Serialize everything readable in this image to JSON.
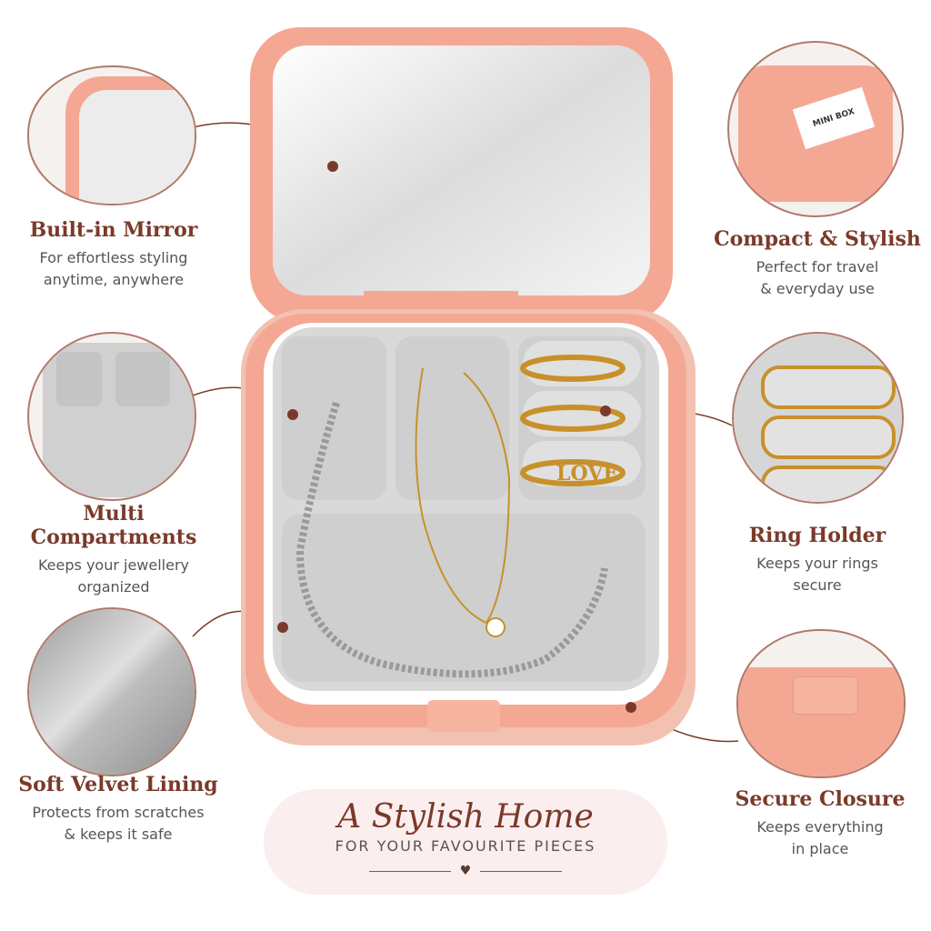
{
  "features": {
    "mirror": {
      "title": "Built-in Mirror",
      "line1": "For effortless styling",
      "line2": "anytime, anywhere"
    },
    "compact": {
      "title": "Compact & Stylish",
      "line1": "Perfect for travel",
      "line2": "& everyday use"
    },
    "compartments": {
      "title": "Multi Compartments",
      "line1": "Keeps your jewellery",
      "line2": "organized"
    },
    "rings": {
      "title": "Ring Holder",
      "line1": "Keeps your rings",
      "line2": "secure"
    },
    "velvet": {
      "title": "Soft Velvet Lining",
      "line1": "Protects from scratches",
      "line2": "& keeps it safe"
    },
    "closure": {
      "title": "Secure Closure",
      "line1": "Keeps everything",
      "line2": "in place"
    }
  },
  "box_label": "MINI BOX",
  "ring_text": "LOVE",
  "banner": {
    "script": "A Stylish Home",
    "subtitle": "FOR YOUR FAVOURITE PIECES",
    "heart": "♥"
  },
  "colors": {
    "accent": "#7a3a2a",
    "box": "#f4a894",
    "velvet": "#d9d9d9",
    "gold": "#c8902a"
  }
}
